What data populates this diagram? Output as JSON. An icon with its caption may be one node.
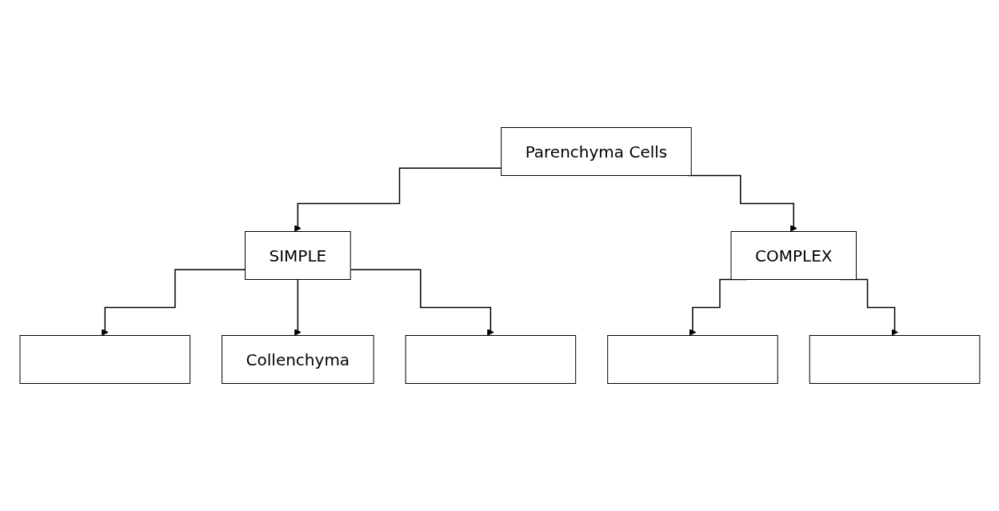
{
  "diagram": {
    "nodes": [
      {
        "text": [
          "Parenchyma Cells"
        ]
      },
      {
        "text": [
          "SIMPLE"
        ]
      },
      {
        "text": [
          "COMPLEX"
        ]
      },
      {
        "text": [],
        "shape": "box"
      },
      {
        "text": [
          "Collenchyma"
        ]
      },
      {
        "text": [],
        "shape": "box"
      },
      {
        "text": [],
        "shape": "box"
      },
      {
        "text": [],
        "shape": "box"
      }
    ],
    "edges": [
      {
        "from": 0,
        "to": 1,
        "arrow": "to"
      },
      {
        "from": 0,
        "to": 2,
        "arrow": "to"
      },
      {
        "from": 1,
        "to": 3,
        "arrow": "to"
      },
      {
        "from": 1,
        "to": 4,
        "arrow": "to"
      },
      {
        "from": 1,
        "to": 5,
        "arrow": "to"
      },
      {
        "from": 2,
        "to": 6,
        "arrow": "to"
      },
      {
        "from": 2,
        "to": 7,
        "arrow": "to"
      }
    ]
  }
}
